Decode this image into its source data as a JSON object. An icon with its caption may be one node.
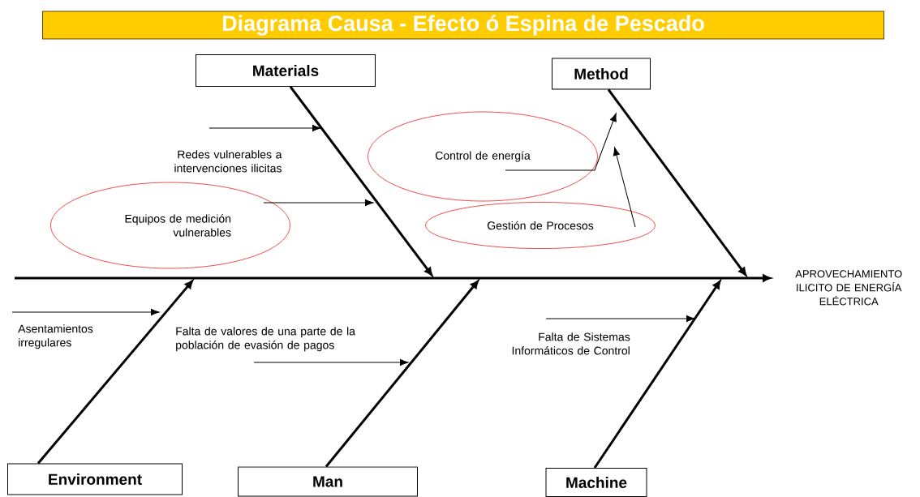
{
  "diagram": {
    "title": "Diagrama Causa - Efecto ó Espina de Pescado",
    "nodes": [
      {
        "text": [
          "Materials"
        ]
      },
      {
        "text": [
          "Method"
        ]
      },
      {
        "text": [
          "Environment"
        ]
      },
      {
        "text": [
          "Man"
        ]
      },
      {
        "text": [
          "Machine"
        ]
      },
      {
        "text": [
          "APROVECHAMIENTO ILICITO DE ENERGÍA ELÉCTRICA"
        ]
      },
      {
        "text": [
          "Control de energía"
        ]
      },
      {
        "text": [
          "Gestión de Procesos"
        ]
      },
      {
        "text": [
          "Equipos de medición vulnerables"
        ]
      },
      {
        "text": [
          "Redes vulnerables a intervenciones ilicitas"
        ]
      },
      {
        "text": [
          "Asentamientos irregulares"
        ]
      },
      {
        "text": [
          "Falta de valores de una parte de la población de evasión de pagos"
        ]
      },
      {
        "text": [
          "Falta de Sistemas Informáticos de Control"
        ]
      }
    ],
    "edges": [
      {
        "from": null,
        "to": 5,
        "arrow": "to",
        "style": "thick"
      },
      {
        "from": 0,
        "to": null,
        "arrow": "to",
        "style": "thick"
      },
      {
        "from": 1,
        "to": null,
        "arrow": "to",
        "style": "thick"
      },
      {
        "from": 2,
        "to": null,
        "arrow": "to",
        "style": "thick"
      },
      {
        "from": 3,
        "to": null,
        "arrow": "to",
        "style": "thick"
      },
      {
        "from": 4,
        "to": null,
        "arrow": "to",
        "style": "thick"
      },
      {
        "from": 9,
        "to": null,
        "arrow": "to"
      },
      {
        "from": 8,
        "to": null,
        "arrow": "to"
      },
      {
        "from": 6,
        "to": null,
        "arrow": "to"
      },
      {
        "from": 7,
        "to": null,
        "arrow": "to"
      },
      {
        "from": 10,
        "to": null,
        "arrow": "to"
      },
      {
        "from": 11,
        "to": null,
        "arrow": "to"
      },
      {
        "from": 12,
        "to": null,
        "arrow": "to"
      }
    ]
  }
}
